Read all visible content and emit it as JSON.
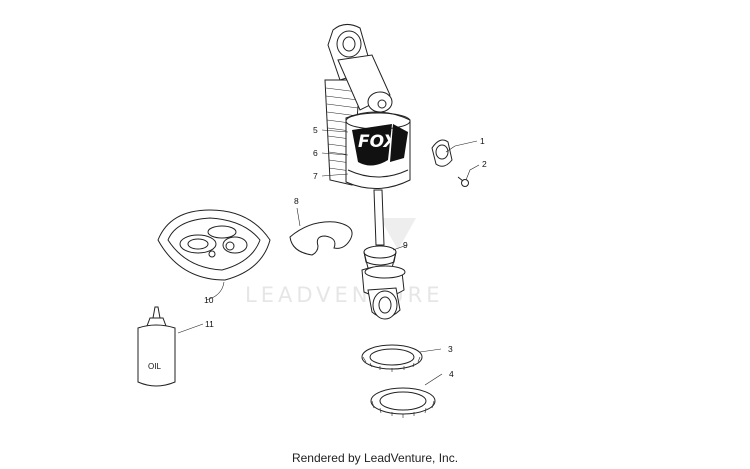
{
  "callouts": {
    "c1": "1",
    "c2": "2",
    "c3": "3",
    "c4": "4",
    "c5": "5",
    "c6": "6",
    "c7": "7",
    "c8": "8",
    "c9": "9",
    "c10": "10",
    "c11": "11"
  },
  "oil_bottle_label": "OIL",
  "shock_logo_text": "FOX",
  "watermark": "LEADVENTURE",
  "footer": "Rendered by LeadVenture, Inc."
}
